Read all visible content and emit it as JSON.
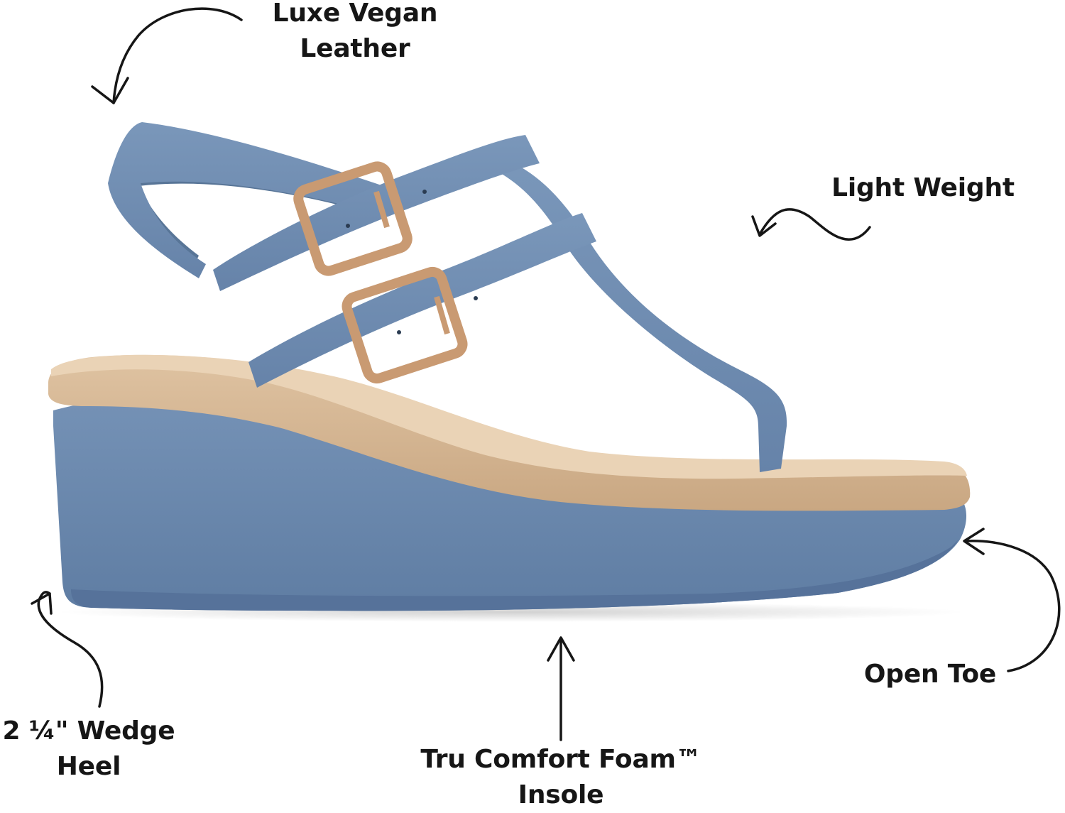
{
  "image": {
    "subject": "sandal-icon",
    "colors": {
      "strap": "#6f8db2",
      "strap_shadow": "#587597",
      "sole": "#6f8cb1",
      "sole_dark": "#5c7aa0",
      "footbed": "#d4b390",
      "footbed_light": "#e2c8a8",
      "buckle": "#c99a72",
      "text": "#161616",
      "background": "#ffffff"
    }
  },
  "callouts": {
    "leather": {
      "line1": "Luxe Vegan",
      "line2": "Leather"
    },
    "weight": {
      "line1": "Light Weight"
    },
    "toe": {
      "line1": "Open Toe"
    },
    "wedge": {
      "line1": "2 ¼\" Wedge",
      "line2": "Heel"
    },
    "foam": {
      "line1": "Tru Comfort Foam™",
      "line2": "Insole"
    }
  }
}
